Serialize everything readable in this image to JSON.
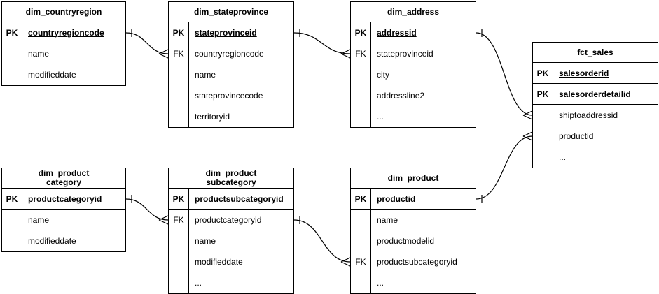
{
  "diagram": {
    "title": "sales star schema entity relationship diagram",
    "colors": {
      "border": "#000000",
      "background": "#ffffff",
      "text": "#000000"
    },
    "tables": [
      {
        "id": "dim_countryregion",
        "title": "dim_countryregion",
        "rows": [
          {
            "key": "PK",
            "name": "countryregioncode",
            "pk": true
          },
          {
            "key": "",
            "name": "name"
          },
          {
            "key": "",
            "name": "modifieddate"
          }
        ]
      },
      {
        "id": "dim_stateprovince",
        "title": "dim_stateprovince",
        "rows": [
          {
            "key": "PK",
            "name": "stateprovinceid",
            "pk": true
          },
          {
            "key": "FK",
            "name": "countryregioncode"
          },
          {
            "key": "",
            "name": "name"
          },
          {
            "key": "",
            "name": "stateprovincecode"
          },
          {
            "key": "",
            "name": "territoryid"
          }
        ]
      },
      {
        "id": "dim_address",
        "title": "dim_address",
        "rows": [
          {
            "key": "PK",
            "name": "addressid",
            "pk": true
          },
          {
            "key": "FK",
            "name": "stateprovinceid"
          },
          {
            "key": "",
            "name": "city"
          },
          {
            "key": "",
            "name": "addressline2"
          },
          {
            "key": "",
            "name": "..."
          }
        ]
      },
      {
        "id": "fct_sales",
        "title": "fct_sales",
        "rows": [
          {
            "key": "PK",
            "name": "salesorderid",
            "pk": true
          },
          {
            "key": "PK",
            "name": "salesorderdetailid",
            "pk": true
          },
          {
            "key": "",
            "name": "shiptoaddressid"
          },
          {
            "key": "",
            "name": "productid"
          },
          {
            "key": "",
            "name": "..."
          }
        ]
      },
      {
        "id": "dim_productcategory",
        "title": "dim_product\ncategory",
        "rows": [
          {
            "key": "PK",
            "name": "productcategoryid",
            "pk": true
          },
          {
            "key": "",
            "name": "name"
          },
          {
            "key": "",
            "name": "modifieddate"
          }
        ]
      },
      {
        "id": "dim_productsubcategory",
        "title": "dim_product\nsubcategory",
        "rows": [
          {
            "key": "PK",
            "name": "productsubcategoryid",
            "pk": true
          },
          {
            "key": "FK",
            "name": "productcategoryid"
          },
          {
            "key": "",
            "name": "name"
          },
          {
            "key": "",
            "name": "modifieddate"
          },
          {
            "key": "",
            "name": "..."
          }
        ]
      },
      {
        "id": "dim_product",
        "title": "dim_product",
        "rows": [
          {
            "key": "PK",
            "name": "productid",
            "pk": true
          },
          {
            "key": "",
            "name": "name"
          },
          {
            "key": "",
            "name": "productmodelid"
          },
          {
            "key": "FK",
            "name": "productsubcategoryid"
          },
          {
            "key": "",
            "name": "..."
          }
        ]
      }
    ],
    "relationships": [
      {
        "from_table": "dim_countryregion",
        "from_field": "countryregioncode",
        "to_table": "dim_stateprovince",
        "to_field": "countryregioncode",
        "from_cardinality": "one",
        "to_cardinality": "many"
      },
      {
        "from_table": "dim_stateprovince",
        "from_field": "stateprovinceid",
        "to_table": "dim_address",
        "to_field": "stateprovinceid",
        "from_cardinality": "one",
        "to_cardinality": "many"
      },
      {
        "from_table": "dim_address",
        "from_field": "addressid",
        "to_table": "fct_sales",
        "to_field": "shiptoaddressid",
        "from_cardinality": "one",
        "to_cardinality": "many"
      },
      {
        "from_table": "dim_product",
        "from_field": "productid",
        "to_table": "fct_sales",
        "to_field": "productid",
        "from_cardinality": "one",
        "to_cardinality": "many"
      },
      {
        "from_table": "dim_productcategory",
        "from_field": "productcategoryid",
        "to_table": "dim_productsubcategory",
        "to_field": "productcategoryid",
        "from_cardinality": "one",
        "to_cardinality": "many"
      },
      {
        "from_table": "dim_productsubcategory",
        "from_field": "productsubcategoryid",
        "to_table": "dim_product",
        "to_field": "productsubcategoryid",
        "from_cardinality": "one",
        "to_cardinality": "many"
      }
    ]
  }
}
